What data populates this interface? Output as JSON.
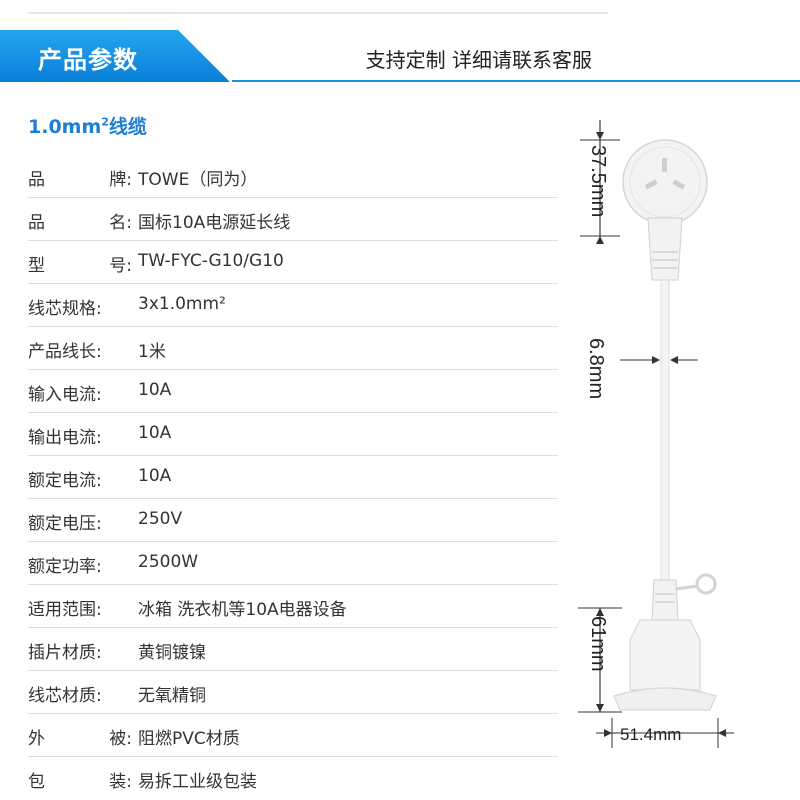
{
  "banner": {
    "title": "产品参数",
    "right_text": "支持定制 详细请联系客服"
  },
  "section": {
    "title_prefix": "1.0mm",
    "title_sup": "2",
    "title_suffix": "线缆"
  },
  "specs": [
    {
      "label_a": "品",
      "label_b": "牌:",
      "value": "TOWE（同为）"
    },
    {
      "label_a": "品",
      "label_b": "名:",
      "value": "国标10A电源延长线"
    },
    {
      "label_a": "型",
      "label_b": "号:",
      "value": "TW-FYC-G10/G10"
    },
    {
      "label": "线芯规格:",
      "value": "3x1.0mm²"
    },
    {
      "label": "产品线长:",
      "value": "1米"
    },
    {
      "label": "输入电流:",
      "value": "10A"
    },
    {
      "label": "输出电流:",
      "value": "10A"
    },
    {
      "label": "额定电流:",
      "value": "10A"
    },
    {
      "label": "额定电压:",
      "value": "250V"
    },
    {
      "label": "额定功率:",
      "value": "2500W"
    },
    {
      "label": "适用范围:",
      "value": "冰箱 洗衣机等10A电器设备"
    },
    {
      "label": "插片材质:",
      "value": "黄铜镀镍"
    },
    {
      "label": "线芯材质:",
      "value": "无氧精铜"
    },
    {
      "label_a": "外",
      "label_b": "被:",
      "value": "阻燃PVC材质"
    },
    {
      "label_a": "包",
      "label_b": "装:",
      "value": "易拆工业级包装"
    }
  ],
  "diagram": {
    "plug_dim": "37.5mm",
    "cable_dim": "6.8mm",
    "socket_dim": "61mm",
    "socket_width_dim": "51.4mm"
  },
  "colors": {
    "accent_blue": "#1b7fd8",
    "banner_light": "#23a6ee"
  }
}
